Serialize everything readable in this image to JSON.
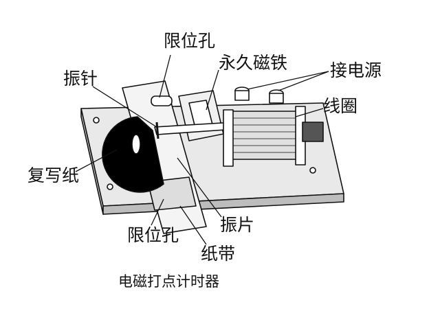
{
  "diagram": {
    "caption": "电磁打点计时器",
    "labels": {
      "limit_hole_top": "限位孔",
      "permanent_magnet": "永久磁铁",
      "power_connection": "接电源",
      "vibration_needle": "振针",
      "coil": "线圈",
      "carbon_paper": "复写纸",
      "vibrating_plate": "振片",
      "limit_hole_bottom": "限位孔",
      "paper_tape": "纸带"
    }
  }
}
